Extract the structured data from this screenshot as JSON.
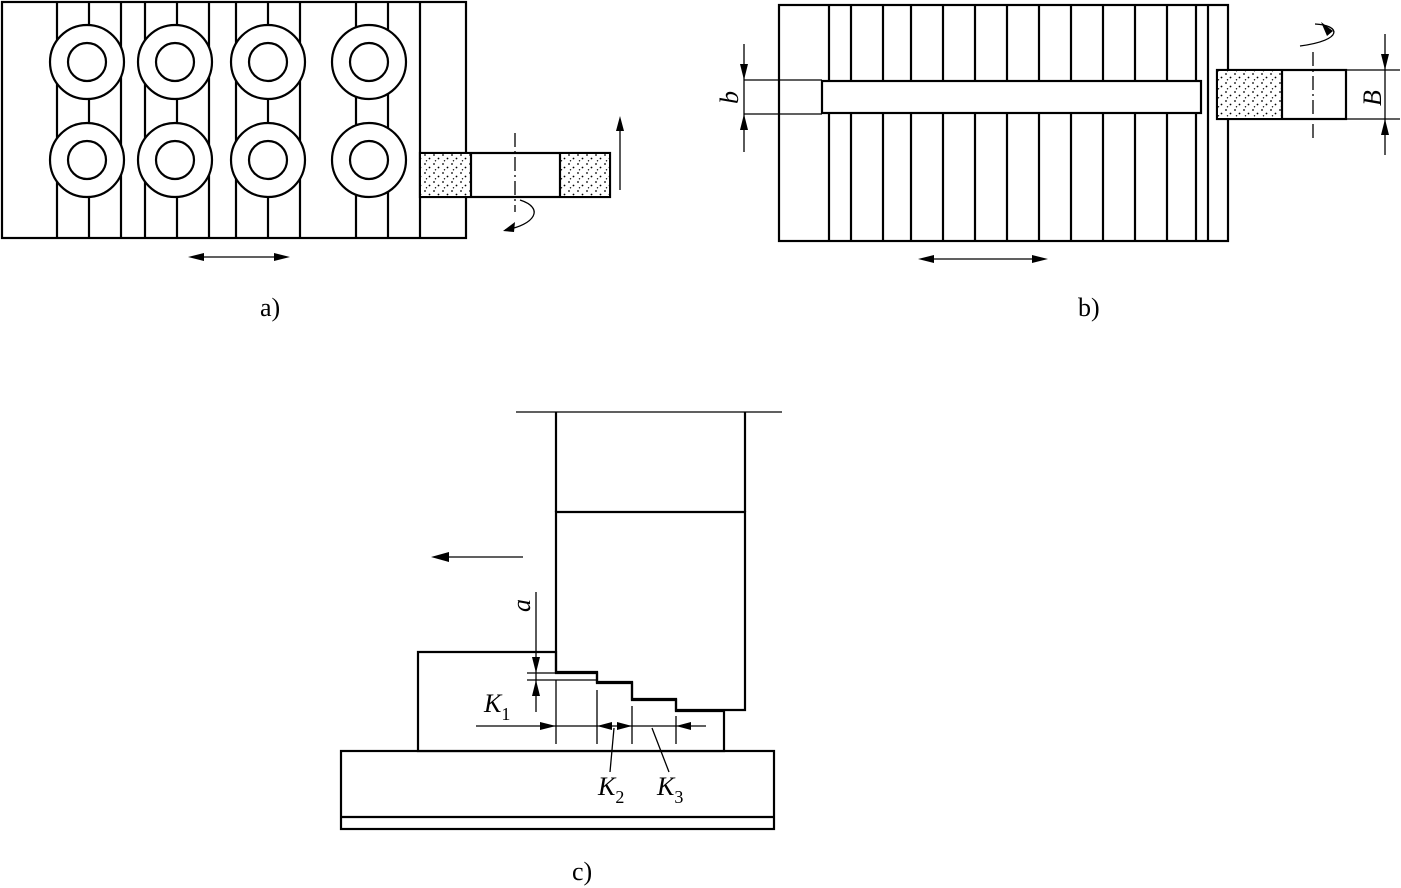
{
  "captions": {
    "a": "a)",
    "b": "b)",
    "c": "c)"
  },
  "dimensions": {
    "b_small": "b",
    "B_large": "B",
    "a": "a",
    "K": "K",
    "k1_sub": "1",
    "k2_sub": "2",
    "k3_sub": "3"
  },
  "panel_a": {
    "wheel_rows": 2,
    "wheel_cols": 4,
    "fence_lines": 11
  },
  "panel_b": {
    "fence_lines": 14
  },
  "colors": {
    "line": "#000000",
    "background": "#ffffff"
  }
}
